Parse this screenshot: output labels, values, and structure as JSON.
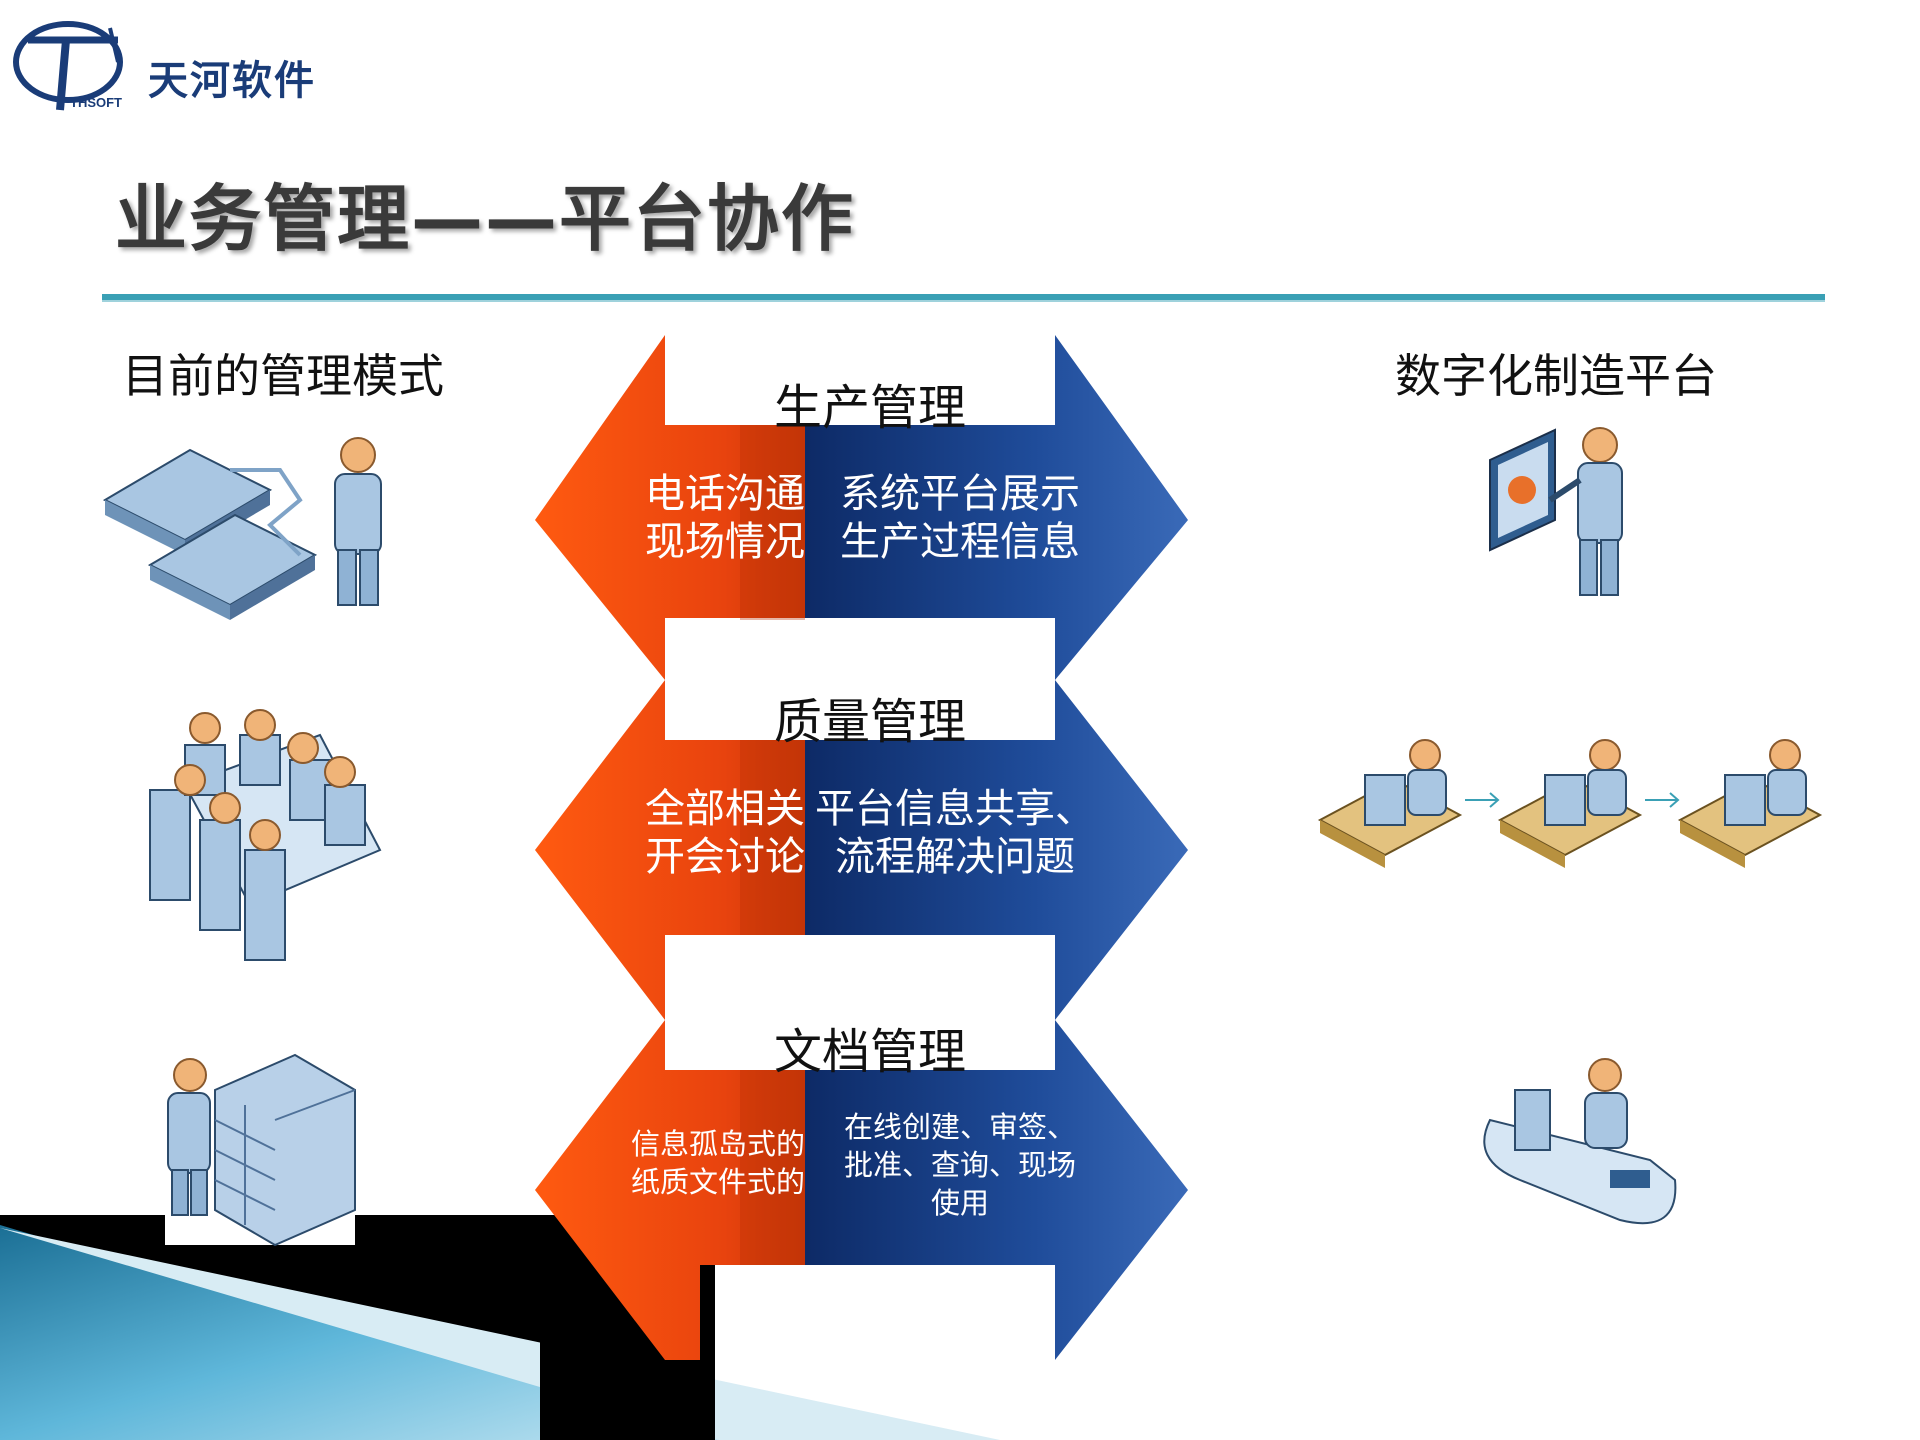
{
  "logo": {
    "name": "天河软件",
    "mark": "THSOFT"
  },
  "title": "业务管理——平台协作",
  "left_heading": "目前的管理模式",
  "right_heading": "数字化制造平台",
  "sections": [
    {
      "title": "生产管理",
      "left_lines": [
        "电话沟通",
        "现场情况"
      ],
      "right_lines": [
        "系统平台展示",
        "生产过程信息"
      ]
    },
    {
      "title": "质量管理",
      "left_lines": [
        "全部相关",
        "开会讨论"
      ],
      "right_lines": [
        "平台信息共享、",
        "流程解决问题"
      ]
    },
    {
      "title": "文档管理",
      "left_lines": [
        "信息孤岛式的",
        "纸质文件式的"
      ],
      "right_lines": [
        "在线创建、审签、",
        "批准、查询、现场",
        "使用"
      ]
    }
  ],
  "colors": {
    "orange": "#e8430e",
    "blue": "#1f4c9a",
    "rule": "#3aa0b5",
    "title": "#3a3a3a"
  }
}
